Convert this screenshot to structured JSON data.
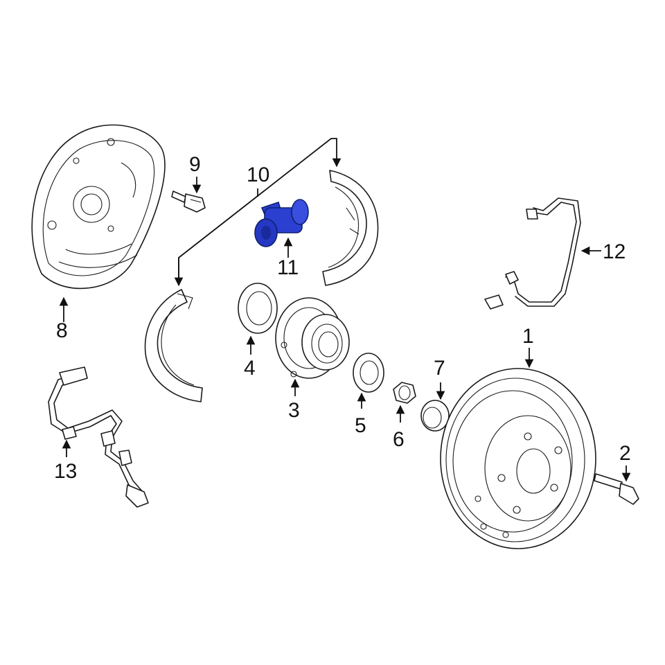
{
  "diagram": {
    "highlight_color": "#2b3fd1",
    "callouts": [
      {
        "id": "c1",
        "text": "1"
      },
      {
        "id": "c2",
        "text": "2"
      },
      {
        "id": "c3",
        "text": "3"
      },
      {
        "id": "c4",
        "text": "4"
      },
      {
        "id": "c5",
        "text": "5"
      },
      {
        "id": "c6",
        "text": "6"
      },
      {
        "id": "c7",
        "text": "7"
      },
      {
        "id": "c8",
        "text": "8"
      },
      {
        "id": "c9",
        "text": "9"
      },
      {
        "id": "c10",
        "text": "10"
      },
      {
        "id": "c11",
        "text": "11"
      },
      {
        "id": "c12",
        "text": "12"
      },
      {
        "id": "c13",
        "text": "13"
      }
    ]
  }
}
